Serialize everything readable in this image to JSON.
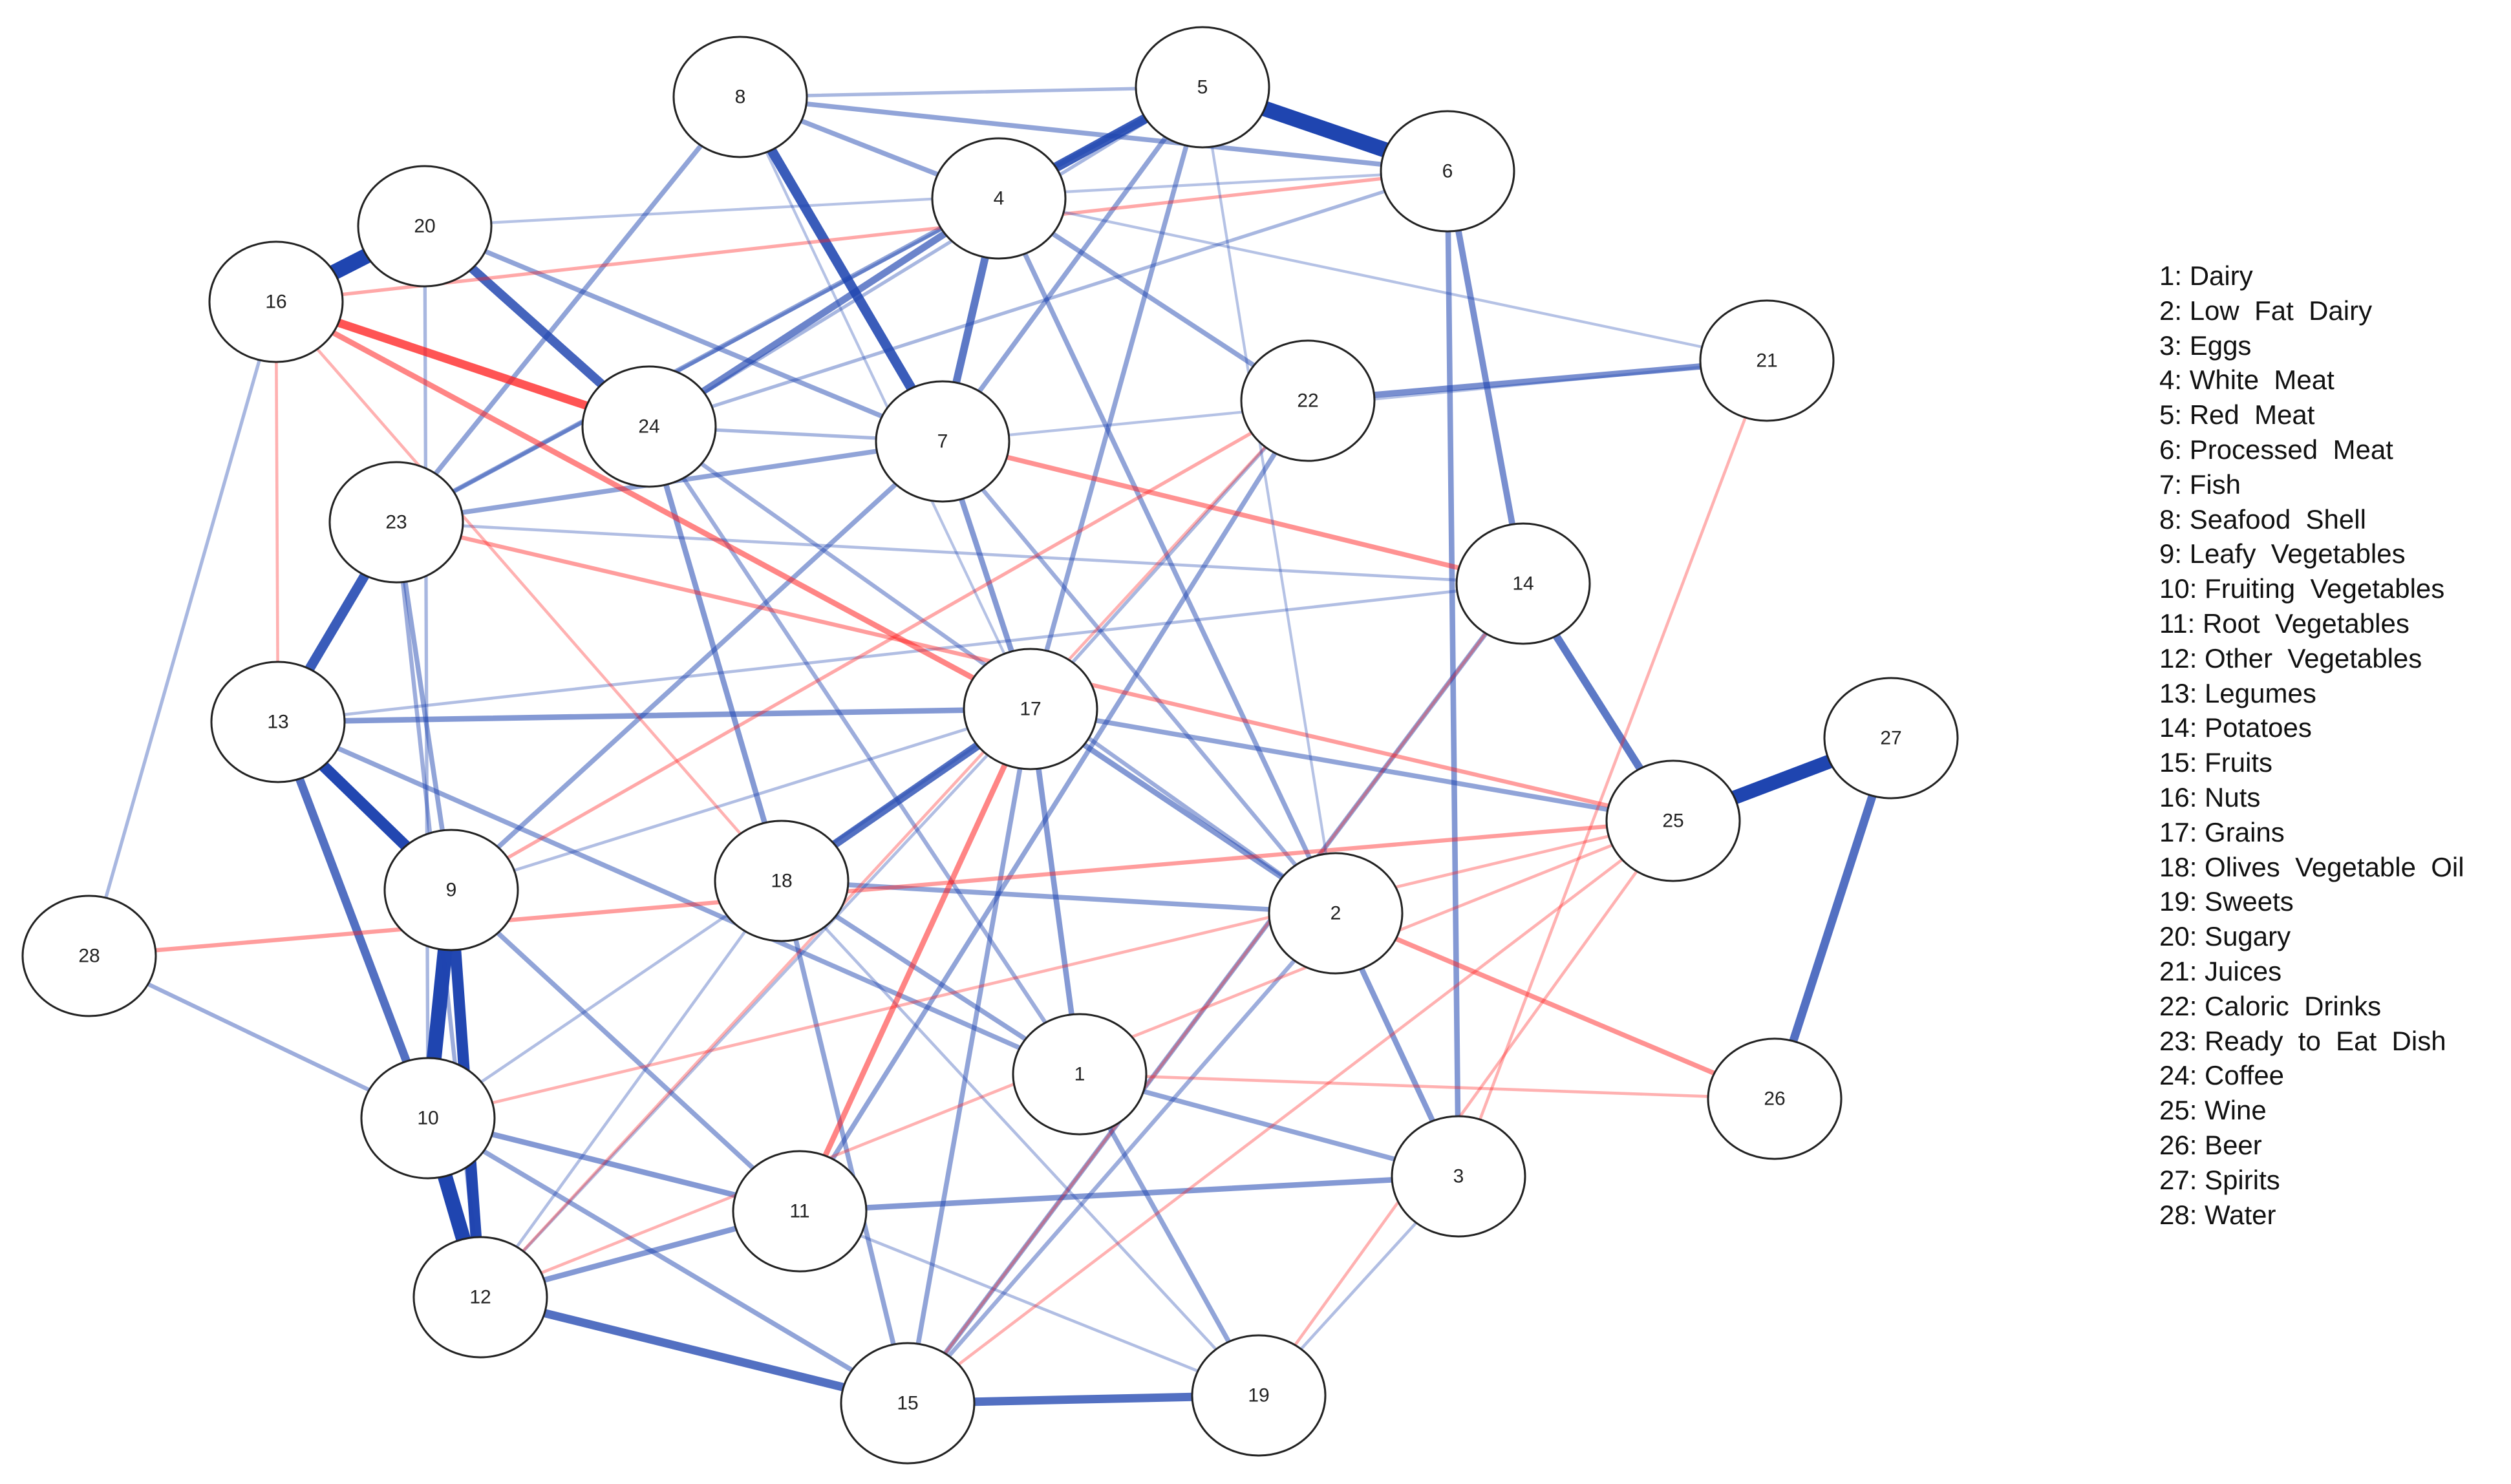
{
  "colors": {
    "positive_edge": "#1f45b0",
    "negative_edge": "#ff2020",
    "node_fill": "#ffffff",
    "node_stroke": "#222222"
  },
  "nodes": [
    {
      "id": "1",
      "name": "Dairy"
    },
    {
      "id": "2",
      "name": "Low  Fat  Dairy"
    },
    {
      "id": "3",
      "name": "Eggs"
    },
    {
      "id": "4",
      "name": "White  Meat"
    },
    {
      "id": "5",
      "name": "Red  Meat"
    },
    {
      "id": "6",
      "name": "Processed  Meat"
    },
    {
      "id": "7",
      "name": "Fish"
    },
    {
      "id": "8",
      "name": "Seafood  Shell"
    },
    {
      "id": "9",
      "name": "Leafy  Vegetables"
    },
    {
      "id": "10",
      "name": "Fruiting  Vegetables"
    },
    {
      "id": "11",
      "name": "Root  Vegetables"
    },
    {
      "id": "12",
      "name": "Other  Vegetables"
    },
    {
      "id": "13",
      "name": "Legumes"
    },
    {
      "id": "14",
      "name": "Potatoes"
    },
    {
      "id": "15",
      "name": "Fruits"
    },
    {
      "id": "16",
      "name": "Nuts"
    },
    {
      "id": "17",
      "name": "Grains"
    },
    {
      "id": "18",
      "name": "Olives  Vegetable  Oil"
    },
    {
      "id": "19",
      "name": "Sweets"
    },
    {
      "id": "20",
      "name": "Sugary"
    },
    {
      "id": "21",
      "name": "Juices"
    },
    {
      "id": "22",
      "name": "Caloric  Drinks"
    },
    {
      "id": "23",
      "name": "Ready  to  Eat  Dish"
    },
    {
      "id": "24",
      "name": "Coffee"
    },
    {
      "id": "25",
      "name": "Wine"
    },
    {
      "id": "26",
      "name": "Beer"
    },
    {
      "id": "27",
      "name": "Spirits"
    },
    {
      "id": "28",
      "name": "Water"
    }
  ],
  "edges": [
    {
      "a": "5",
      "b": "6",
      "sign": "positive",
      "weight": 1.0
    },
    {
      "a": "16",
      "b": "20",
      "sign": "positive",
      "weight": 1.0
    },
    {
      "a": "10",
      "b": "12",
      "sign": "positive",
      "weight": 0.95
    },
    {
      "a": "9",
      "b": "10",
      "sign": "positive",
      "weight": 0.95
    },
    {
      "a": "25",
      "b": "27",
      "sign": "positive",
      "weight": 0.9
    },
    {
      "a": "9",
      "b": "12",
      "sign": "positive",
      "weight": 0.7
    },
    {
      "a": "13",
      "b": "9",
      "sign": "positive",
      "weight": 0.7
    },
    {
      "a": "8",
      "b": "7",
      "sign": "positive",
      "weight": 0.6
    },
    {
      "a": "4",
      "b": "5",
      "sign": "positive",
      "weight": 0.6
    },
    {
      "a": "23",
      "b": "13",
      "sign": "positive",
      "weight": 0.6
    },
    {
      "a": "20",
      "b": "24",
      "sign": "positive",
      "weight": 0.55
    },
    {
      "a": "17",
      "b": "18",
      "sign": "positive",
      "weight": 0.5
    },
    {
      "a": "13",
      "b": "10",
      "sign": "positive",
      "weight": 0.5
    },
    {
      "a": "27",
      "b": "26",
      "sign": "positive",
      "weight": 0.5
    },
    {
      "a": "12",
      "b": "15",
      "sign": "positive",
      "weight": 0.5
    },
    {
      "a": "15",
      "b": "19",
      "sign": "positive",
      "weight": 0.5
    },
    {
      "a": "14",
      "b": "25",
      "sign": "positive",
      "weight": 0.45
    },
    {
      "a": "4",
      "b": "7",
      "sign": "positive",
      "weight": 0.45
    },
    {
      "a": "4",
      "b": "24",
      "sign": "positive",
      "weight": 0.4
    },
    {
      "a": "22",
      "b": "21",
      "sign": "positive",
      "weight": 0.35
    },
    {
      "a": "6",
      "b": "14",
      "sign": "positive",
      "weight": 0.35
    },
    {
      "a": "6",
      "b": "3",
      "sign": "positive",
      "weight": 0.3
    },
    {
      "a": "17",
      "b": "1",
      "sign": "positive",
      "weight": 0.3
    },
    {
      "a": "17",
      "b": "2",
      "sign": "positive",
      "weight": 0.3
    },
    {
      "a": "11",
      "b": "3",
      "sign": "positive",
      "weight": 0.3
    },
    {
      "a": "10",
      "b": "11",
      "sign": "positive",
      "weight": 0.3
    },
    {
      "a": "12",
      "b": "11",
      "sign": "positive",
      "weight": 0.3
    },
    {
      "a": "7",
      "b": "17",
      "sign": "positive",
      "weight": 0.3
    },
    {
      "a": "24",
      "b": "18",
      "sign": "positive",
      "weight": 0.3
    },
    {
      "a": "13",
      "b": "17",
      "sign": "positive",
      "weight": 0.3
    },
    {
      "a": "2",
      "b": "3",
      "sign": "positive",
      "weight": 0.3
    },
    {
      "a": "1",
      "b": "3",
      "sign": "positive",
      "weight": 0.25
    },
    {
      "a": "1",
      "b": "19",
      "sign": "positive",
      "weight": 0.25
    },
    {
      "a": "5",
      "b": "17",
      "sign": "positive",
      "weight": 0.25
    },
    {
      "a": "4",
      "b": "22",
      "sign": "positive",
      "weight": 0.25
    },
    {
      "a": "20",
      "b": "7",
      "sign": "positive",
      "weight": 0.25
    },
    {
      "a": "23",
      "b": "7",
      "sign": "positive",
      "weight": 0.25
    },
    {
      "a": "23",
      "b": "9",
      "sign": "positive",
      "weight": 0.25
    },
    {
      "a": "13",
      "b": "1",
      "sign": "positive",
      "weight": 0.25
    },
    {
      "a": "18",
      "b": "2",
      "sign": "positive",
      "weight": 0.25
    },
    {
      "a": "18",
      "b": "1",
      "sign": "positive",
      "weight": 0.25
    },
    {
      "a": "10",
      "b": "15",
      "sign": "positive",
      "weight": 0.25
    },
    {
      "a": "9",
      "b": "11",
      "sign": "positive",
      "weight": 0.25
    },
    {
      "a": "17",
      "b": "25",
      "sign": "positive",
      "weight": 0.25
    },
    {
      "a": "22",
      "b": "11",
      "sign": "positive",
      "weight": 0.25
    },
    {
      "a": "7",
      "b": "9",
      "sign": "positive",
      "weight": 0.25
    },
    {
      "a": "5",
      "b": "7",
      "sign": "positive",
      "weight": 0.25
    },
    {
      "a": "5",
      "b": "23",
      "sign": "positive",
      "weight": 0.25
    },
    {
      "a": "8",
      "b": "4",
      "sign": "positive",
      "weight": 0.25
    },
    {
      "a": "8",
      "b": "6",
      "sign": "positive",
      "weight": 0.25
    },
    {
      "a": "8",
      "b": "23",
      "sign": "positive",
      "weight": 0.25
    },
    {
      "a": "4",
      "b": "2",
      "sign": "positive",
      "weight": 0.25
    },
    {
      "a": "14",
      "b": "15",
      "sign": "positive",
      "weight": 0.25
    },
    {
      "a": "17",
      "b": "15",
      "sign": "positive",
      "weight": 0.25
    },
    {
      "a": "18",
      "b": "15",
      "sign": "positive",
      "weight": 0.25
    },
    {
      "a": "24",
      "b": "2",
      "sign": "positive",
      "weight": 0.2
    },
    {
      "a": "24",
      "b": "1",
      "sign": "positive",
      "weight": 0.2
    },
    {
      "a": "2",
      "b": "15",
      "sign": "positive",
      "weight": 0.2
    },
    {
      "a": "7",
      "b": "2",
      "sign": "positive",
      "weight": 0.2
    },
    {
      "a": "23",
      "b": "12",
      "sign": "positive",
      "weight": 0.2
    },
    {
      "a": "28",
      "b": "10",
      "sign": "positive",
      "weight": 0.2
    },
    {
      "a": "16",
      "b": "28",
      "sign": "positive",
      "weight": 0.15
    },
    {
      "a": "20",
      "b": "10",
      "sign": "positive",
      "weight": 0.15
    },
    {
      "a": "6",
      "b": "24",
      "sign": "positive",
      "weight": 0.15
    },
    {
      "a": "5",
      "b": "24",
      "sign": "positive",
      "weight": 0.15
    },
    {
      "a": "8",
      "b": "5",
      "sign": "positive",
      "weight": 0.15
    },
    {
      "a": "4",
      "b": "23",
      "sign": "positive",
      "weight": 0.15
    },
    {
      "a": "22",
      "b": "17",
      "sign": "positive",
      "weight": 0.15
    },
    {
      "a": "24",
      "b": "7",
      "sign": "positive",
      "weight": 0.15
    },
    {
      "a": "23",
      "b": "14",
      "sign": "positive",
      "weight": 0.12
    },
    {
      "a": "13",
      "b": "14",
      "sign": "positive",
      "weight": 0.12
    },
    {
      "a": "9",
      "b": "17",
      "sign": "positive",
      "weight": 0.12
    },
    {
      "a": "10",
      "b": "17",
      "sign": "positive",
      "weight": 0.12
    },
    {
      "a": "12",
      "b": "17",
      "sign": "positive",
      "weight": 0.12
    },
    {
      "a": "11",
      "b": "19",
      "sign": "positive",
      "weight": 0.12
    },
    {
      "a": "18",
      "b": "19",
      "sign": "positive",
      "weight": 0.12
    },
    {
      "a": "3",
      "b": "19",
      "sign": "positive",
      "weight": 0.12
    },
    {
      "a": "12",
      "b": "18",
      "sign": "positive",
      "weight": 0.12
    },
    {
      "a": "16",
      "b": "24",
      "sign": "negative",
      "weight": 0.5
    },
    {
      "a": "16",
      "b": "17",
      "sign": "negative",
      "weight": 0.3
    },
    {
      "a": "11",
      "b": "17",
      "sign": "negative",
      "weight": 0.3
    },
    {
      "a": "7",
      "b": "14",
      "sign": "negative",
      "weight": 0.25
    },
    {
      "a": "2",
      "b": "26",
      "sign": "negative",
      "weight": 0.25
    },
    {
      "a": "23",
      "b": "25",
      "sign": "negative",
      "weight": 0.2
    },
    {
      "a": "28",
      "b": "25",
      "sign": "negative",
      "weight": 0.2
    },
    {
      "a": "16",
      "b": "6",
      "sign": "negative",
      "weight": 0.15
    },
    {
      "a": "9",
      "b": "22",
      "sign": "negative",
      "weight": 0.15
    },
    {
      "a": "10",
      "b": "25",
      "sign": "negative",
      "weight": 0.12
    },
    {
      "a": "12",
      "b": "25",
      "sign": "negative",
      "weight": 0.12
    },
    {
      "a": "15",
      "b": "25",
      "sign": "negative",
      "weight": 0.12
    },
    {
      "a": "19",
      "b": "25",
      "sign": "negative",
      "weight": 0.12
    },
    {
      "a": "1",
      "b": "26",
      "sign": "negative",
      "weight": 0.12
    },
    {
      "a": "15",
      "b": "14",
      "sign": "negative",
      "weight": 0.12
    },
    {
      "a": "16",
      "b": "13",
      "sign": "negative",
      "weight": 0.12
    },
    {
      "a": "16",
      "b": "18",
      "sign": "negative",
      "weight": 0.12
    },
    {
      "a": "12",
      "b": "22",
      "sign": "negative",
      "weight": 0.12
    },
    {
      "a": "3",
      "b": "21",
      "sign": "negative",
      "weight": 0.12
    },
    {
      "a": "20",
      "b": "6",
      "sign": "positive",
      "weight": 0.1
    },
    {
      "a": "4",
      "b": "21",
      "sign": "positive",
      "weight": 0.1
    },
    {
      "a": "7",
      "b": "21",
      "sign": "positive",
      "weight": 0.1
    },
    {
      "a": "5",
      "b": "2",
      "sign": "positive",
      "weight": 0.1
    },
    {
      "a": "8",
      "b": "17",
      "sign": "positive",
      "weight": 0.1
    }
  ]
}
